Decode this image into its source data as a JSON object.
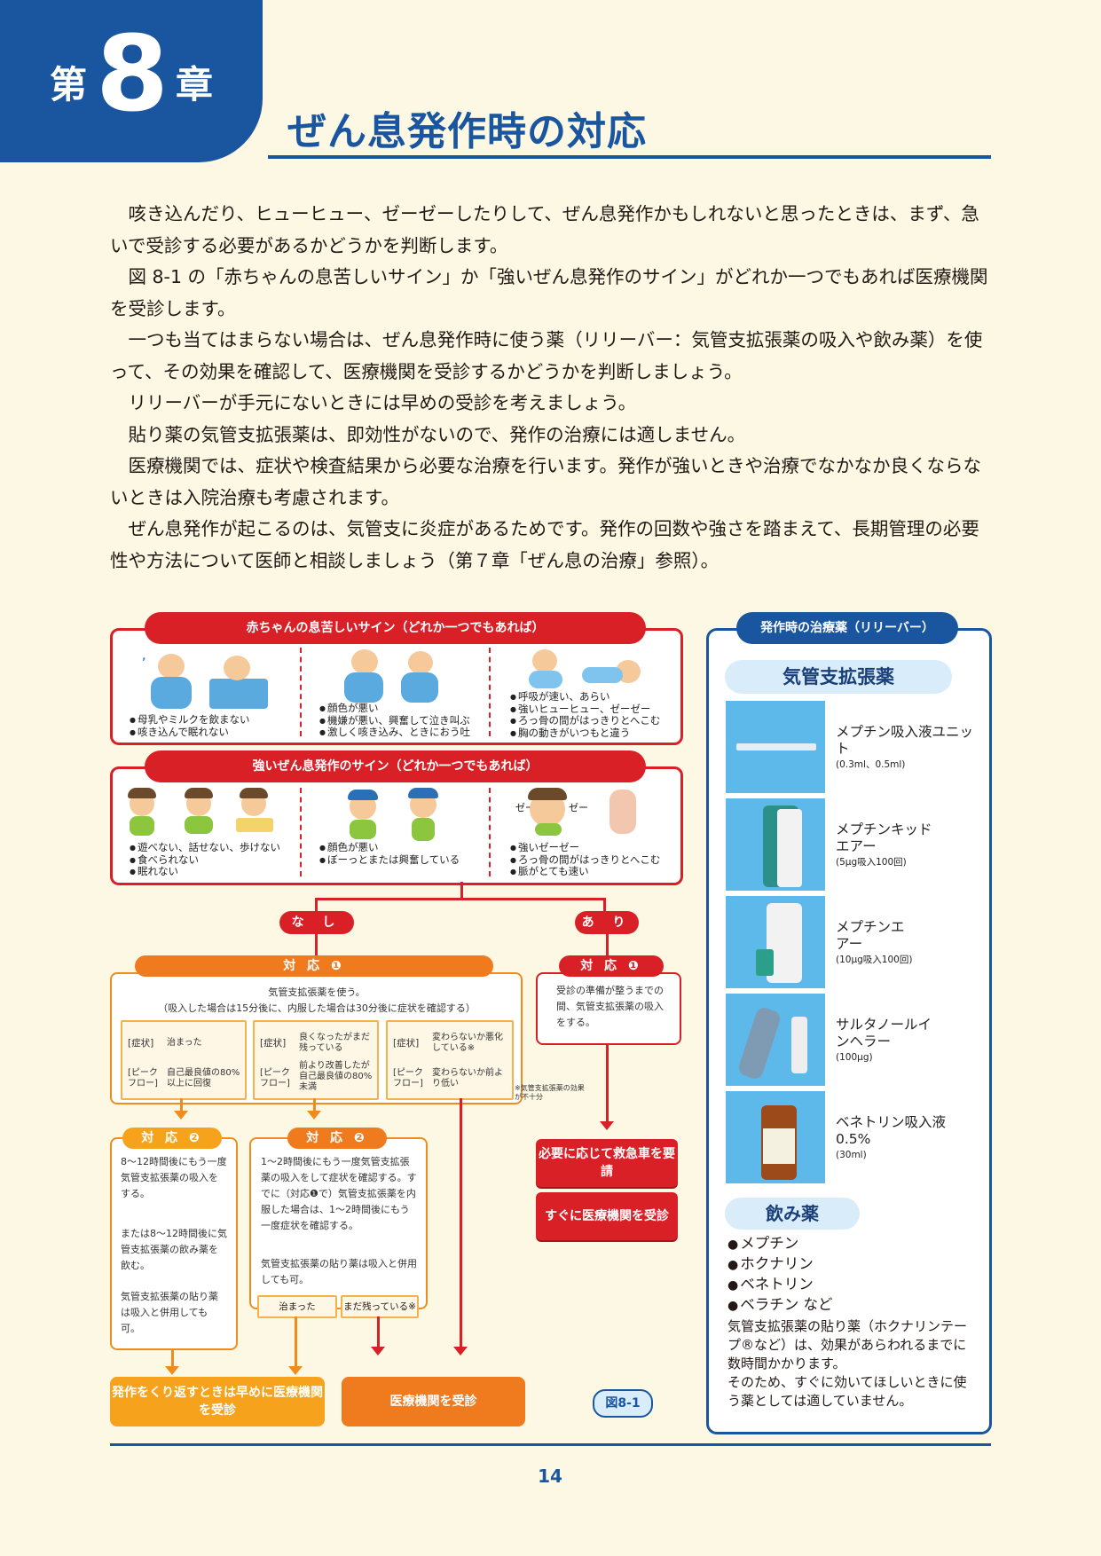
{
  "header": {
    "chapter_pre": "第",
    "chapter_number": "8",
    "chapter_post": "章",
    "title": "ぜん息発作時の対応"
  },
  "body_paragraphs": [
    "咳き込んだり、ヒューヒュー、ゼーゼーしたりして、ぜん息発作かもしれないと思ったときは、まず、急いで受診する必要があるかどうかを判断します。",
    "図 8-1 の「赤ちゃんの息苦しいサイン」か「強いぜん息発作のサイン」がどれか一つでもあれば医療機関を受診します。",
    "一つも当てはまらない場合は、ぜん息発作時に使う薬（リリーバー：気管支拡張薬の吸入や飲み薬）を使って、その効果を確認して、医療機関を受診するかどうかを判断しましょう。",
    "リリーバーが手元にないときには早めの受診を考えましょう。",
    "貼り薬の気管支拡張薬は、即効性がないので、発作の治療には適しません。",
    "医療機関では、症状や検査結果から必要な治療を行います。発作が強いときや治療でなかなか良くならないときは入院治療も考慮されます。",
    "ぜん息発作が起こるのは、気管支に炎症があるためです。発作の回数や強さを踏まえて、長期管理の必要性や方法について医師と相談しましょう（第７章「ぜん息の治療」参照）。"
  ],
  "flowchart": {
    "baby_signs": {
      "title": "赤ちゃんの息苦しいサイン（どれか一つでもあれば）",
      "col1": [
        "母乳やミルクを飲まない",
        "咳き込んで眠れない"
      ],
      "col2": [
        "顔色が悪い",
        "機嫌が悪い、興奮して泣き叫ぶ",
        "激しく咳き込み、ときにおう吐"
      ],
      "col3": [
        "呼吸が速い、あらい",
        "強いヒューヒュー、ゼーゼー",
        "ろっ骨の間がはっきりとへこむ",
        "胸の動きがいつもと違う"
      ]
    },
    "severe_signs": {
      "title": "強いぜん息発作のサイン（どれか一つでもあれば）",
      "col1": [
        "遊べない、話せない、歩けない",
        "食べられない",
        "眠れない"
      ],
      "col2": [
        "顔色が悪い",
        "ぼーっとまたは興奮している"
      ],
      "col3": [
        "強いゼーゼー",
        "ろっ骨の間がはっきりとへこむ",
        "脈がとても速い"
      ],
      "zee_label": "ゼー"
    },
    "branch_none": "な し",
    "branch_yes": "あ り",
    "step1_none": {
      "title": "対 応 ❶",
      "line1": "気管支拡張薬を使う。",
      "line2": "（吸入した場合は15分後に、内服した場合は30分後に症状を確認する）",
      "tag_symptom": "症状",
      "tag_peak1": "ピーク",
      "tag_peak2": "フロー",
      "case_a_symptom": "治まった",
      "case_a_peak": "自己最良値の80%以上に回復",
      "case_b_symptom": "良くなったがまだ残っている",
      "case_b_peak": "前より改善したが自己最良値の80%未満",
      "case_c_symptom": "変わらないか悪化している※",
      "case_c_peak": "変わらないか前より低い",
      "footnote": "※気管支拡張薬の効果が不十分"
    },
    "step1_yes": {
      "title": "対 応 ❶",
      "text": "受診の準備が整うまでの間、気管支拡張薬の吸入をする。"
    },
    "step2_left": {
      "title": "対 応 ❷",
      "p1": "8～12時間後にもう一度気管支拡張薬の吸入をする。",
      "p2": "または8～12時間後に気管支拡張薬の飲み薬を飲む。",
      "p3": "気管支拡張薬の貼り薬は吸入と併用しても可。"
    },
    "step2_mid": {
      "title": "対 応 ❷",
      "p1": "1～2時間後にもう一度気管支拡張薬の吸入をして症状を確認する。すでに（対応❶で）気管支拡張薬を内服した場合は、1～2時間後にもう一度症状を確認する。",
      "p2": "気管支拡張薬の貼り薬は吸入と併用しても可。",
      "btn_settled": "治まった",
      "btn_remaining": "まだ残っている※"
    },
    "action_ambulance": "必要に応じて救急車を要請",
    "action_visit_now": "すぐに医療機関を受診",
    "action_repeat": "発作をくり返すときは早めに医療機関を受診",
    "action_visit": "医療機関を受診",
    "figure_label": "図8-1"
  },
  "relievers": {
    "title": "発作時の治療薬（リリーバー）",
    "bronchodilator_heading": "気管支拡張薬",
    "meds": [
      {
        "name": "メプチン吸入液ユニット",
        "sub": "(0.3ml、0.5ml)"
      },
      {
        "name": "メプチンキッドエアー",
        "sub": "(5μg吸入100回)"
      },
      {
        "name": "メプチンエアー",
        "sub": "(10μg吸入100回)"
      },
      {
        "name": "サルタノールインヘラー",
        "sub": "(100μg)"
      },
      {
        "name": "ベネトリン吸入液0.5%",
        "sub": "(30ml)"
      }
    ],
    "oral_heading": "飲み薬",
    "oral_list": [
      "メプチン",
      "ホクナリン",
      "ベネトリン",
      "ベラチン など"
    ],
    "oral_note1": "気管支拡張薬の貼り薬（ホクナリンテープ®など）は、効果があらわれるまでに数時間かかります。",
    "oral_note2": "そのため、すぐに効いてほしいときに使う薬としては適していません。"
  },
  "page_number": "14",
  "colors": {
    "brand_blue": "#1a56a0",
    "alert_red": "#d92027",
    "orange": "#f08c1e",
    "cream": "#fdf8e4"
  }
}
